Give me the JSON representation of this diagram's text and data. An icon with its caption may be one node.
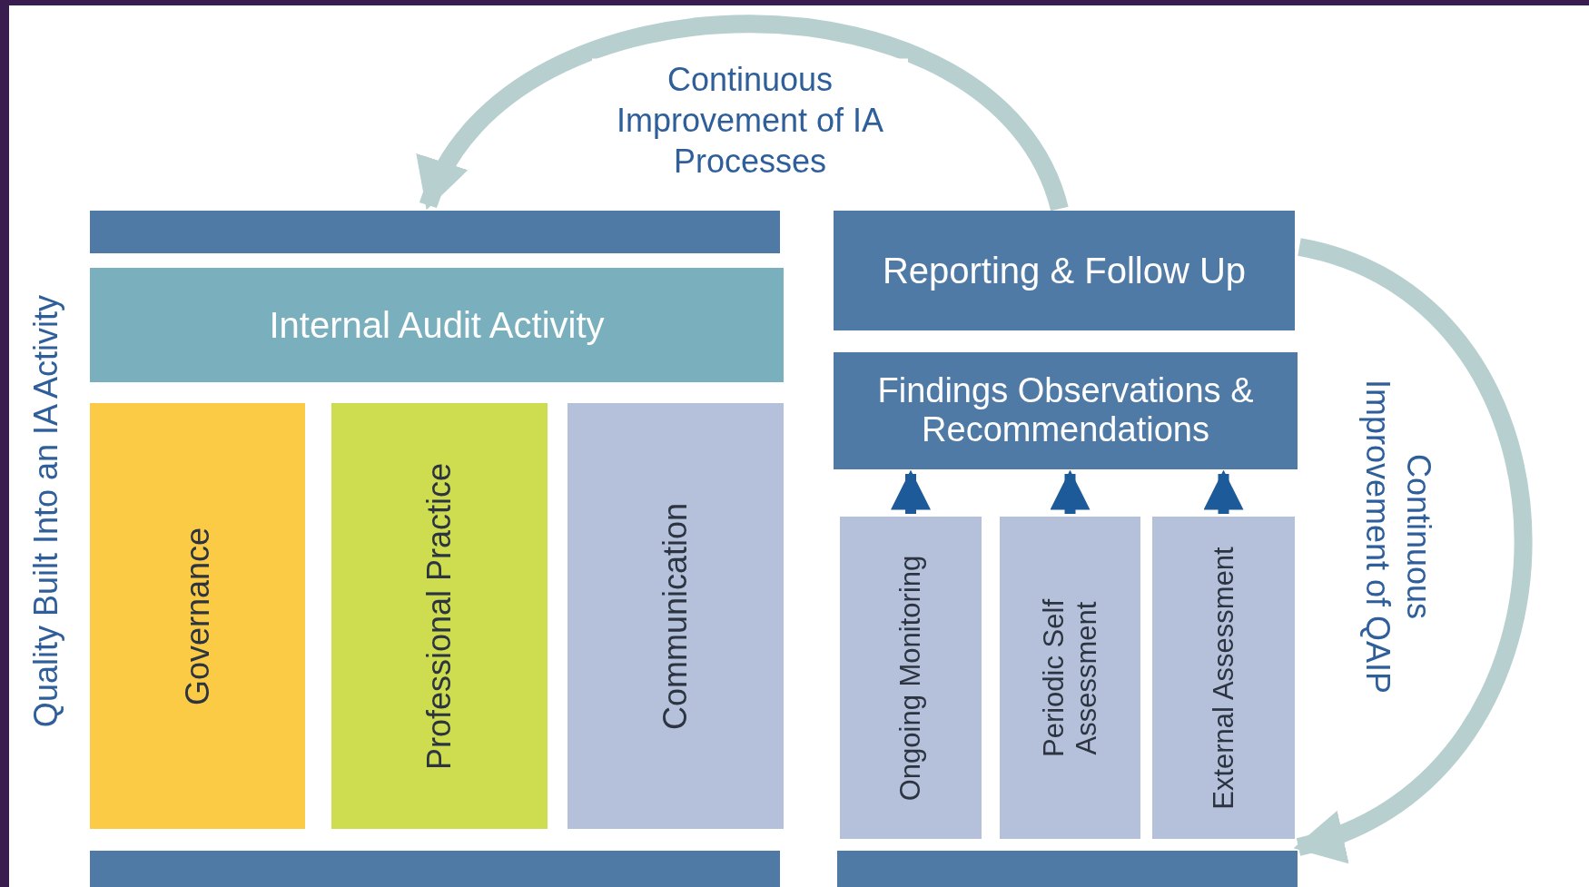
{
  "diagram": {
    "nodes": [
      {
        "text": [],
        "shape": "bar"
      },
      {
        "text": [
          "Internal Audit Activity"
        ]
      },
      {
        "text": [
          "Governance"
        ]
      },
      {
        "text": [
          "Professional Practice"
        ]
      },
      {
        "text": [
          "Communication"
        ]
      },
      {
        "text": [
          "Reporting & Follow Up"
        ]
      },
      {
        "text": [
          "Findings Observations & Recommendations"
        ]
      },
      {
        "text": [
          "Ongoing Monitoring"
        ]
      },
      {
        "text": [
          "Periodic Self Assessment"
        ]
      },
      {
        "text": [
          "External Assessment"
        ]
      },
      {
        "text": [],
        "shape": "bar"
      },
      {
        "text": [],
        "shape": "bar"
      }
    ],
    "edges": [
      {
        "from": 5,
        "to": 0,
        "arrow": "to",
        "label": "Continuous Improvement of IA Processes",
        "color": "#b7cfcf"
      },
      {
        "from": 5,
        "to": 11,
        "arrow": "to",
        "label": "Continuous Improvement of QAIP",
        "color": "#b7cfcf"
      },
      {
        "from": 7,
        "to": 6,
        "arrow": "to"
      },
      {
        "from": 8,
        "to": 6,
        "arrow": "to"
      },
      {
        "from": 9,
        "to": 6,
        "arrow": "to"
      }
    ],
    "labels": [
      "Quality Built Into an IA Activity"
    ]
  }
}
